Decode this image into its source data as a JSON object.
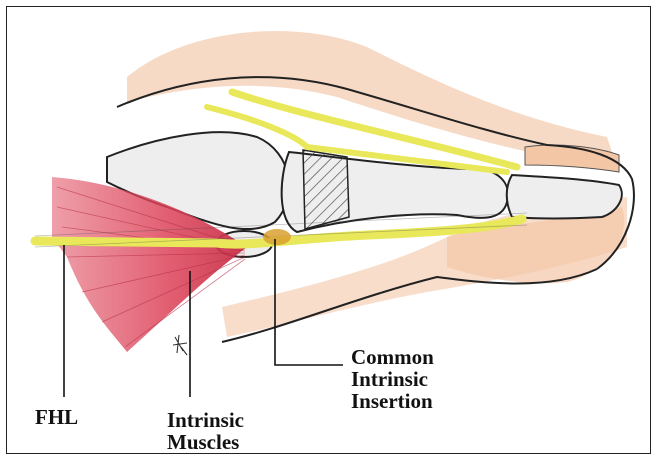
{
  "labels": {
    "fhl": "FHL",
    "intrinsic_muscles": [
      "Intrinsic",
      "Muscles"
    ],
    "common_insertion": [
      "Common",
      "Intrinsic",
      "Insertion"
    ]
  },
  "colors": {
    "tendon": "#e8e85a",
    "muscle": "#e05063",
    "skin": "#f3c6a6",
    "bone_outline": "#222222",
    "bone_fill": "#eeeeee"
  }
}
